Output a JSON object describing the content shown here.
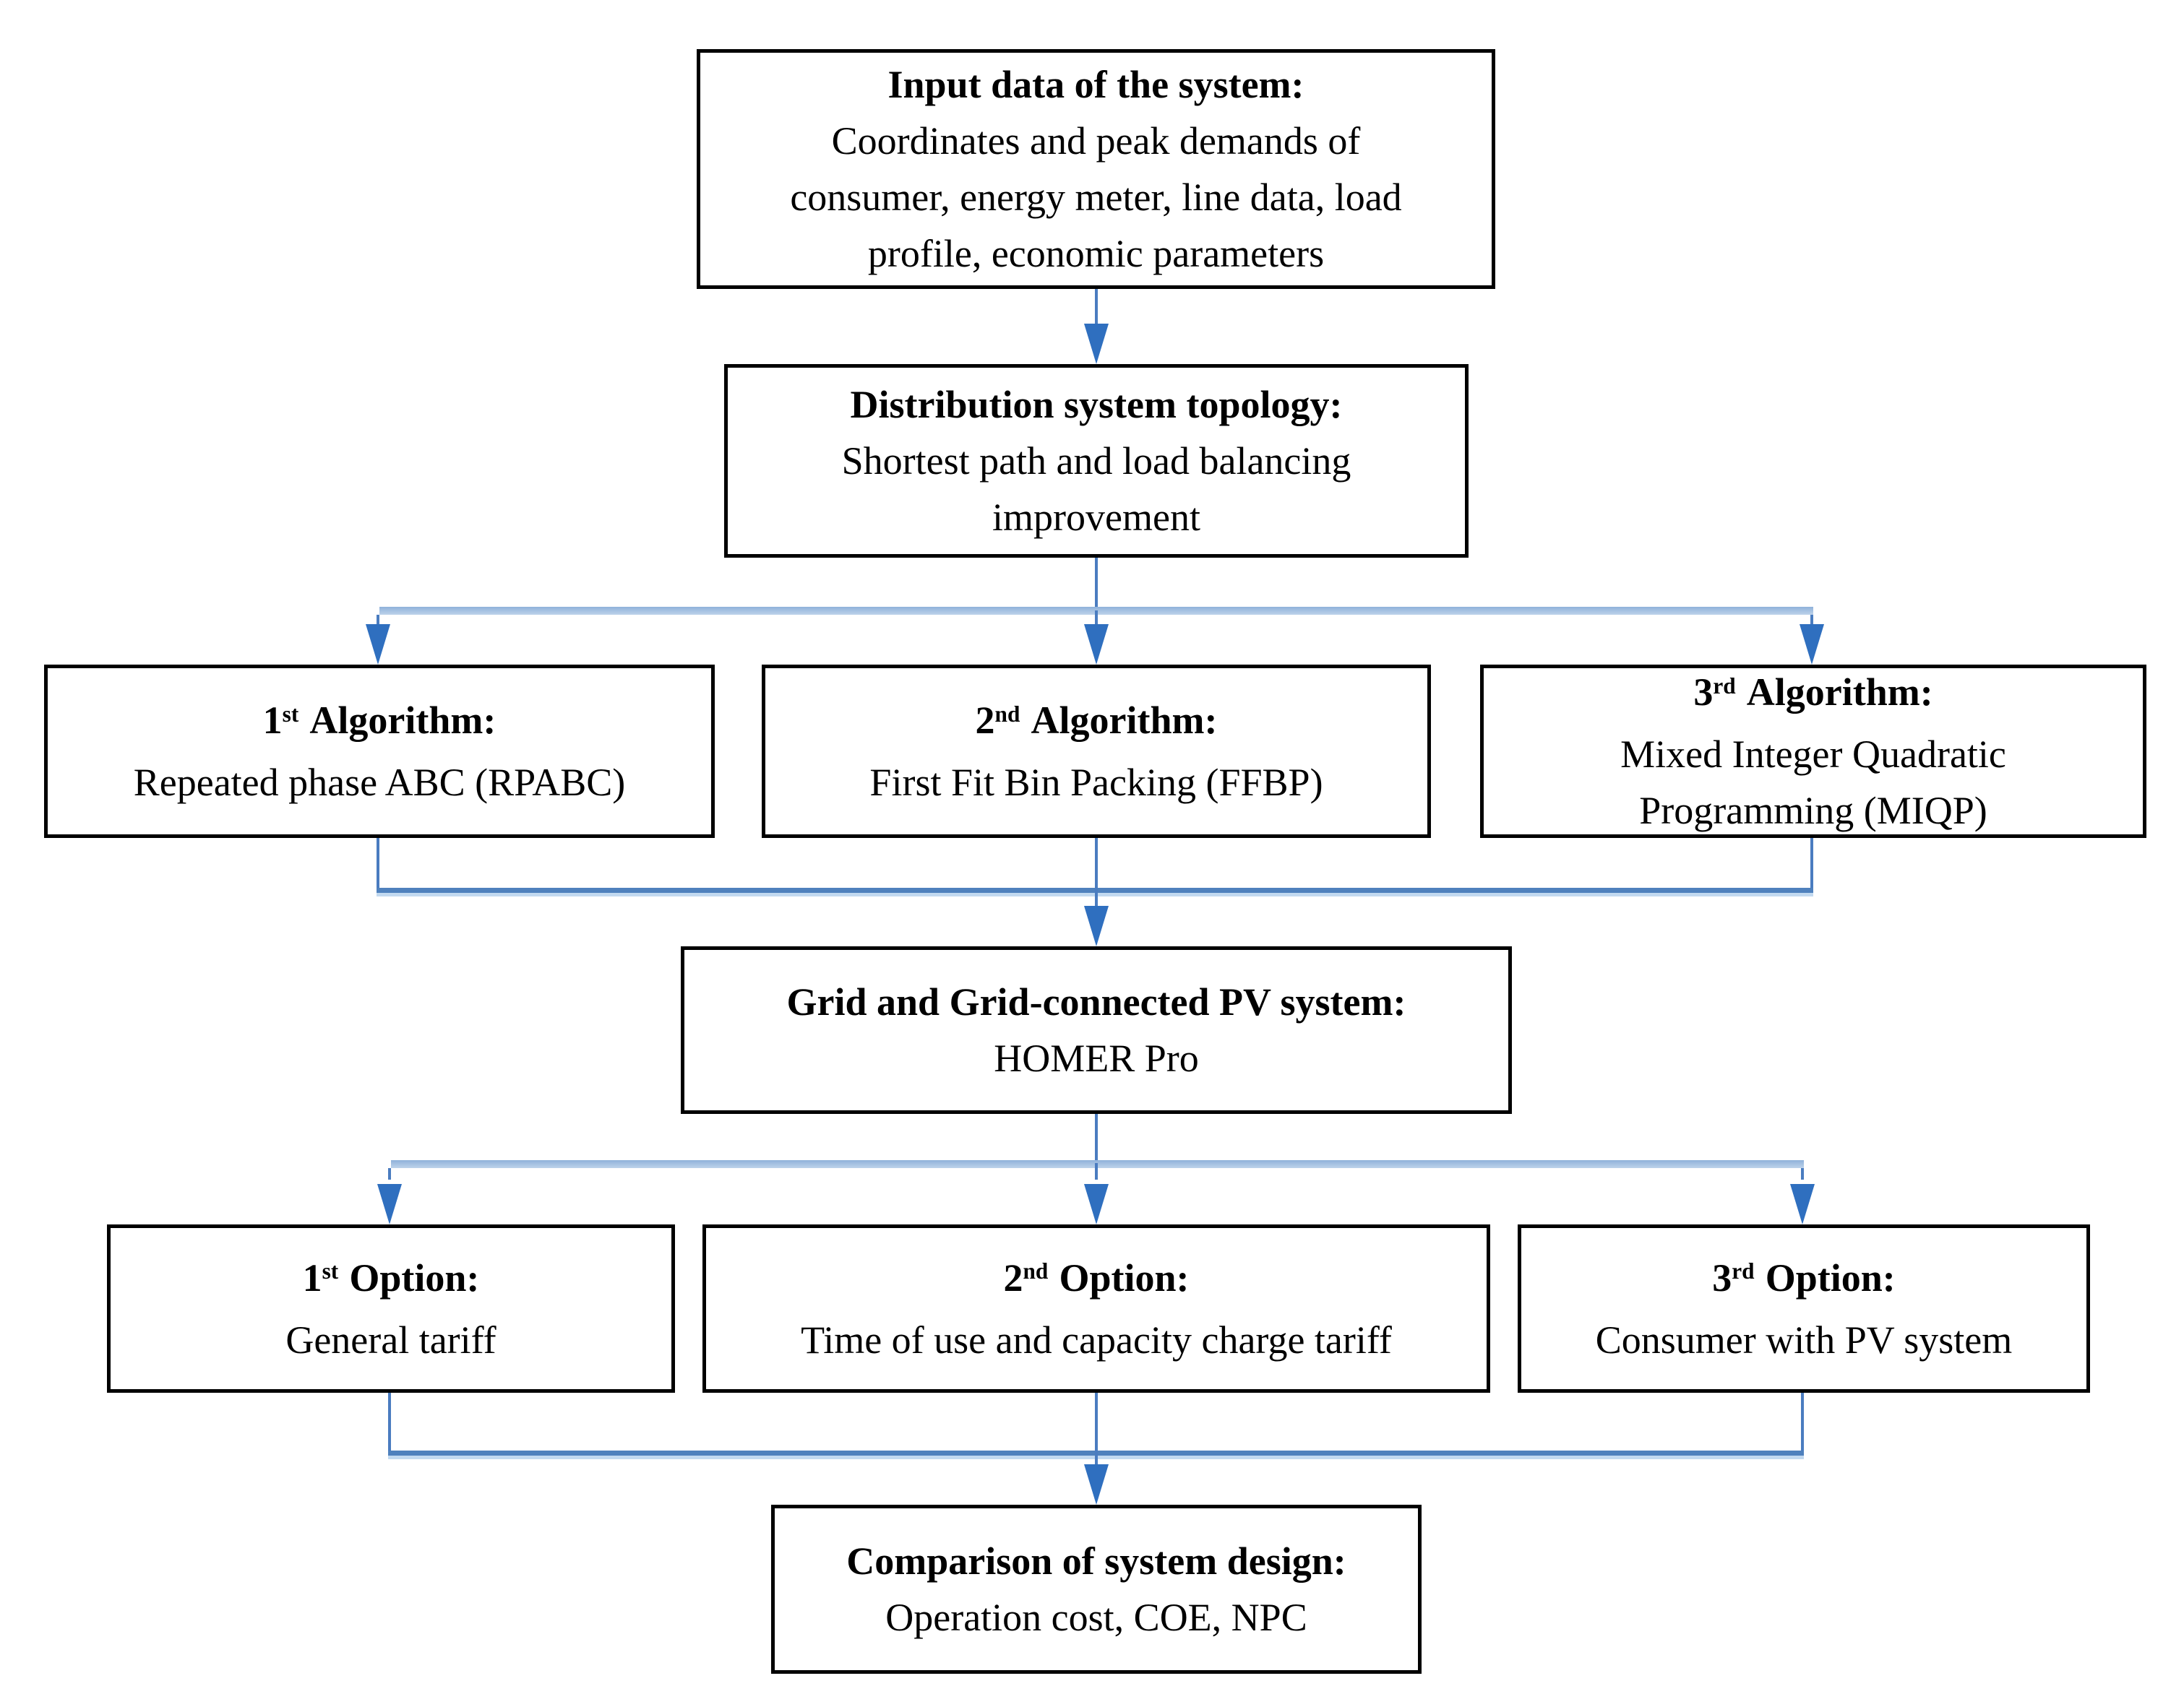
{
  "boxes": {
    "input": {
      "title": "Input data of the system:",
      "body": "Coordinates and peak demands of\nconsumer, energy meter, line data, load\nprofile, economic parameters"
    },
    "topology": {
      "title": "Distribution system topology:",
      "body": "Shortest path and load balancing\nimprovement"
    },
    "algorithms": [
      {
        "ordinal": "1",
        "suffix": "st",
        "label": "Algorithm:",
        "body": "Repeated phase ABC (RPABC)"
      },
      {
        "ordinal": "2",
        "suffix": "nd",
        "label": "Algorithm:",
        "body": "First Fit Bin Packing (FFBP)"
      },
      {
        "ordinal": "3",
        "suffix": "rd",
        "label": "Algorithm:",
        "body": "Mixed Integer Quadratic\nProgramming (MIQP)"
      }
    ],
    "homer": {
      "title": "Grid and Grid-connected PV system:",
      "body": "HOMER Pro"
    },
    "options": [
      {
        "ordinal": "1",
        "suffix": "st",
        "label": "Option:",
        "body": "General tariff"
      },
      {
        "ordinal": "2",
        "suffix": "nd",
        "label": "Option:",
        "body": "Time of use and capacity charge tariff"
      },
      {
        "ordinal": "3",
        "suffix": "rd",
        "label": "Option:",
        "body": "Consumer with PV system"
      }
    ],
    "comparison": {
      "title": "Comparison of system design:",
      "body": "Operation cost, COE, NPC"
    }
  },
  "colors": {
    "connector_line": "#4a7cc0",
    "arrowhead": "#2f6fbf",
    "branch_bar": "#a9c6e4",
    "merge_bar": "#4f81bd",
    "box_border": "#000000",
    "background": "#ffffff"
  }
}
